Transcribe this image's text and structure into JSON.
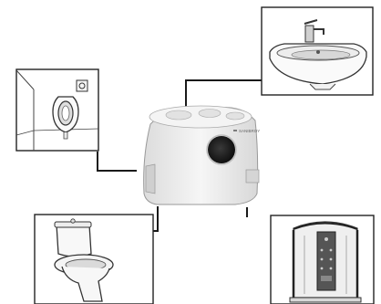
{
  "diagram": {
    "center_unit": {
      "name": "macerator-pump-unit",
      "brand_label": "SANIBROY"
    },
    "connected_fixtures": [
      {
        "name": "washbasin",
        "position": "top-right"
      },
      {
        "name": "urinal",
        "position": "left"
      },
      {
        "name": "toilet",
        "position": "bottom-left"
      },
      {
        "name": "shower-cabin",
        "position": "bottom-right"
      }
    ],
    "colors": {
      "line": "#1a1a1a",
      "unit_body": "#ececec",
      "background": "#ffffff"
    }
  }
}
